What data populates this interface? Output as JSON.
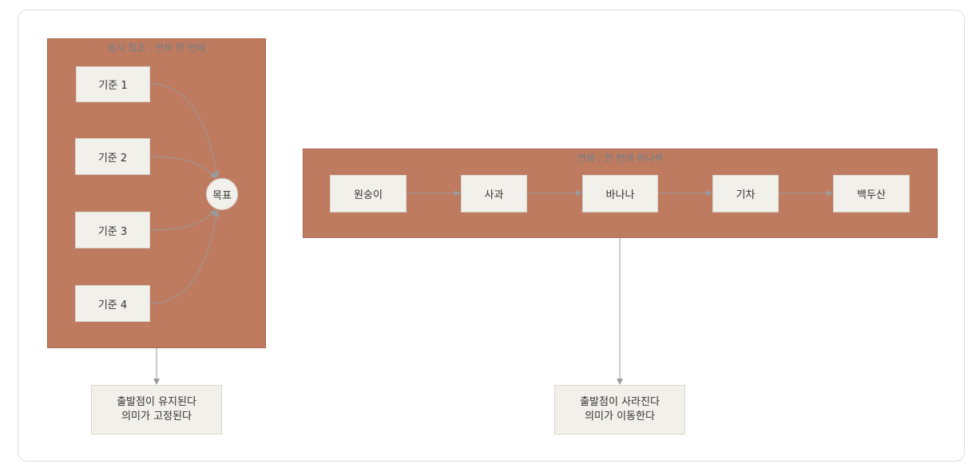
{
  "diagram": {
    "left_group": {
      "title": "동시 참조 : 전부 한 번에",
      "criteria": [
        "기준 1",
        "기준 2",
        "기준 3",
        "기준 4"
      ],
      "target": "목표"
    },
    "right_group": {
      "title": "연쇄 : 한 번에 하나씩",
      "chain": [
        "원숭이",
        "사과",
        "바나나",
        "기차",
        "백두산"
      ]
    },
    "left_note": {
      "line1": "출발점이 유지된다",
      "line2": "의미가 고정된다"
    },
    "right_note": {
      "line1": "출발점이 사라진다",
      "line2": "의미가 이동한다"
    },
    "colors": {
      "group_fill": "#bf7b60",
      "node_fill": "#f1f0ea",
      "edge": "#9a9a9a",
      "title_text": "#6e7f87"
    }
  }
}
